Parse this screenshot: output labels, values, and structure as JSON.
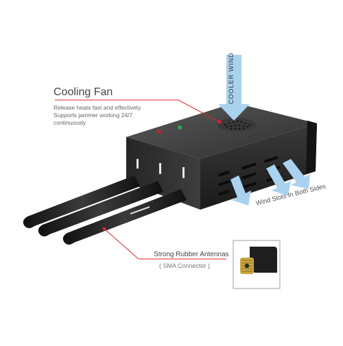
{
  "callouts": {
    "cooling_fan": {
      "title": "Cooling Fan",
      "lines": [
        "Release heats fast and effectively.",
        "Supports jammer working 24/7",
        "continuously"
      ]
    },
    "antennas": {
      "title": "Strong Rubber Antennas",
      "subtitle": "( SMA Connector )"
    },
    "wind_slots": "Wind Slots In Both Sides",
    "cooler_wind": "COOLER WIND"
  },
  "colors": {
    "arrow": "#a9d2ef",
    "leader_line": "#d9262b",
    "device_body": "#2a2a2a",
    "antenna": "#1f1f1f"
  }
}
